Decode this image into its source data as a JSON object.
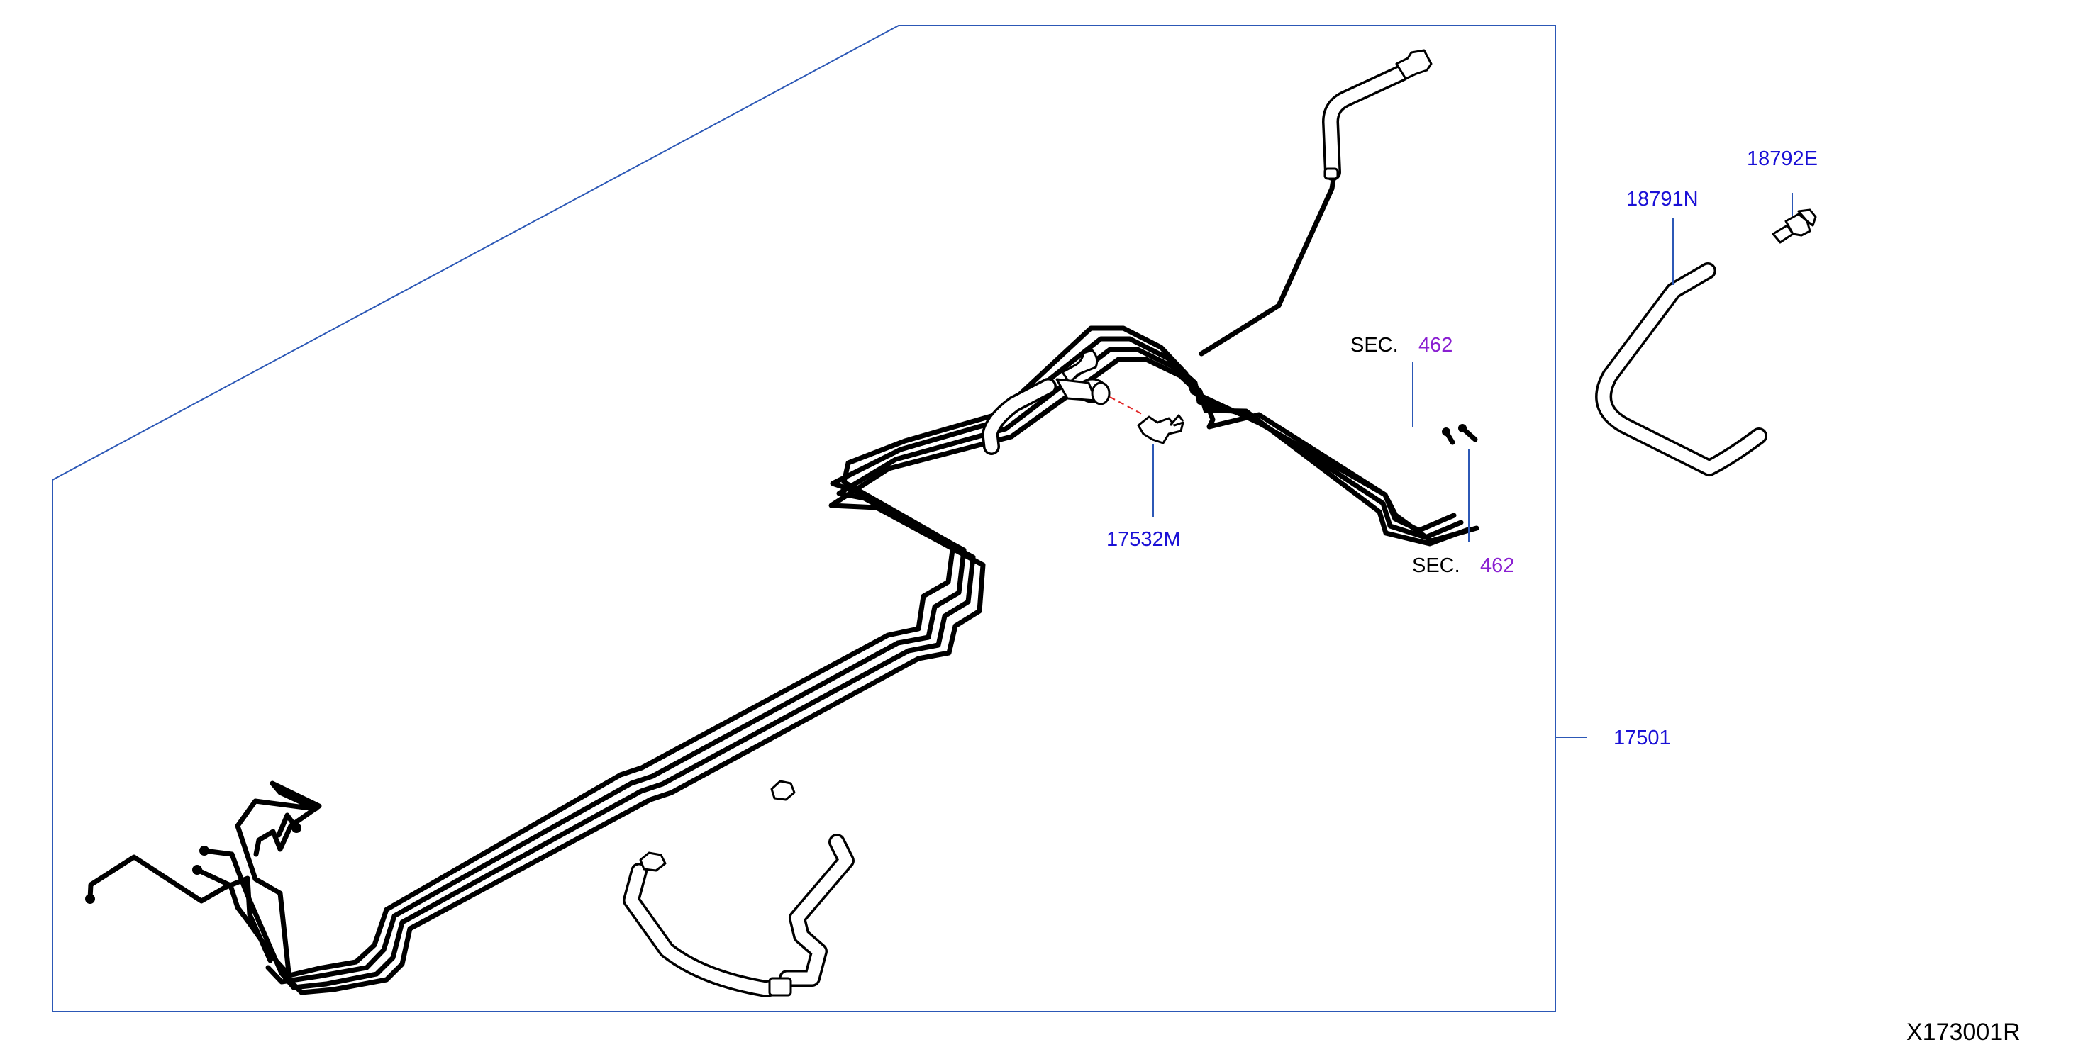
{
  "diagram": {
    "reference_code": "X173001R",
    "callouts": {
      "tube_assembly": "17501",
      "clip": "17532M",
      "hose": "18791N",
      "connector": "18792E"
    },
    "section_refs": [
      {
        "prefix": "SEC.",
        "number": "462"
      },
      {
        "prefix": "SEC.",
        "number": "462"
      }
    ],
    "colors": {
      "callout_text": "#1a10d6",
      "section_number": "#8a1fd1",
      "frame_and_leaders": "#2c58b6",
      "line_art": "#000000",
      "dashed_guide": "#e02424"
    }
  }
}
